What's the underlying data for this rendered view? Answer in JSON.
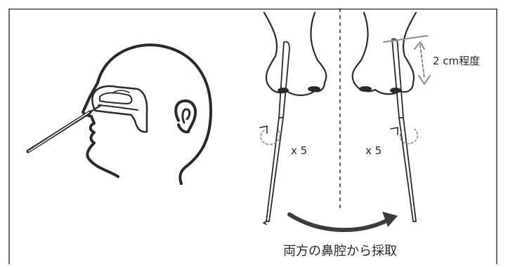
{
  "labels": {
    "depth": "2 cm程度",
    "rotate_left": "x 5",
    "rotate_right": "x 5",
    "caption": "両方の鼻腔から採取"
  },
  "colors": {
    "line": "#2a2a2a",
    "nostril": "#2a2a2a",
    "guide": "#8c8c8c",
    "arrow": "#3c3c3c",
    "border": "#4a4a4a"
  }
}
